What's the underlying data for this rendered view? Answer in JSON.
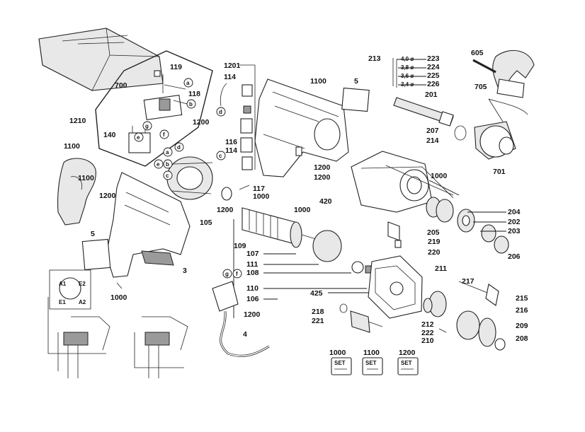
{
  "labels": {
    "l700": "700",
    "l119": "119",
    "l118": "118",
    "l1200a": "1200",
    "l1210": "1210",
    "l140": "140",
    "l1100a": "1100",
    "l1100b": "1100",
    "l1200b": "1200",
    "l105": "105",
    "l5a": "5",
    "l3": "3",
    "l1000a": "1000",
    "l1201": "1201",
    "l114a": "114",
    "l116": "116",
    "l114b": "114",
    "l117": "117",
    "l1000b": "1000",
    "l1200c": "1200",
    "l1200d": "1200",
    "l1200e": "1200",
    "l1100c": "1100",
    "l5b": "5",
    "l109": "109",
    "l107": "107",
    "l111": "111",
    "l108": "108",
    "l110": "110",
    "l106": "106",
    "l1000c": "1000",
    "l1200f": "1200",
    "l4": "4",
    "l420": "420",
    "l425": "425",
    "l213": "213",
    "l223": "223",
    "l224": "224",
    "l225": "225",
    "l226": "226",
    "l201": "201",
    "l207": "207",
    "l214": "214",
    "l1000d": "1000",
    "l204": "204",
    "l202": "202",
    "l203": "203",
    "l206": "206",
    "l205": "205",
    "l219": "219",
    "l220": "220",
    "l211": "211",
    "l217": "217",
    "l215": "215",
    "l216": "216",
    "l218": "218",
    "l221": "221",
    "l212": "212",
    "l222": "222",
    "l210": "210",
    "l209": "209",
    "l208": "208",
    "l605": "605",
    "l705": "705",
    "l701": "701"
  },
  "sizes": {
    "s40": "4,0 ø",
    "s38": "3,8 ø",
    "s36": "3,6 ø",
    "s34": "3,4 ø"
  },
  "letters": {
    "a1": "a",
    "b1": "b",
    "g1": "g",
    "f1": "f",
    "e1": "e",
    "d1": "d",
    "a2": "a",
    "b2": "b",
    "e2": "e",
    "c2": "c",
    "d2": "d",
    "c3": "c",
    "g3": "g",
    "f3": "f"
  },
  "wiring": {
    "t1": "A1",
    "t2": "E2",
    "t3": "E1",
    "t4": "A2"
  },
  "sets": {
    "set1000": "1000",
    "set1100": "1100",
    "set1200": "1200",
    "badge": "SET"
  }
}
